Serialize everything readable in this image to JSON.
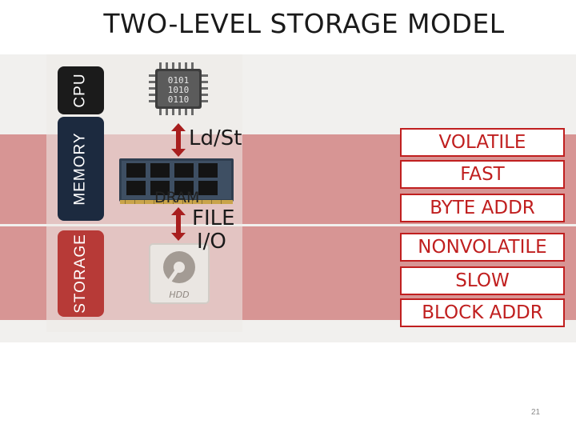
{
  "title": "TWO-LEVEL STORAGE MODEL",
  "levels": {
    "cpu": "CPU",
    "memory": "MEMORY",
    "storage": "STORAGE"
  },
  "memory_labels": {
    "access": "Ld/St",
    "device": "DRAM"
  },
  "storage_labels": {
    "access_line1": "FILE",
    "access_line2": "I/O",
    "device": "HDD"
  },
  "chip_bits": [
    "0101",
    "1010",
    "0110"
  ],
  "memory_properties": [
    "VOLATILE",
    "FAST",
    "BYTE ADDR"
  ],
  "storage_properties": [
    "NONVOLATILE",
    "SLOW",
    "BLOCK ADDR"
  ],
  "page_number": "21",
  "colors": {
    "band": "#d79594",
    "accent_red": "#c01f1f",
    "memory_tag": "#1c2a3f",
    "storage_tag": "#b73a37"
  }
}
